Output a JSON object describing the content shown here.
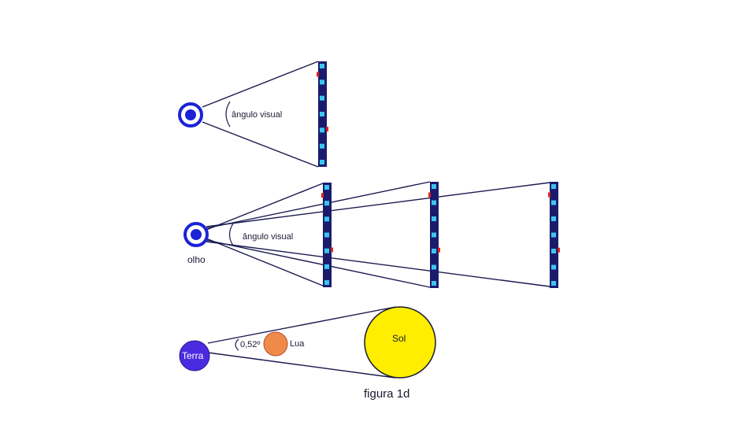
{
  "labels": {
    "visual_angle_top": "ângulo visual",
    "visual_angle_middle": "ângulo visual",
    "eye": "olho",
    "earth": "Terra",
    "angle_value": "0,52º",
    "moon": "Lua",
    "sun": "Sol",
    "caption": "figura 1d"
  },
  "colors": {
    "line": "#1a1a50",
    "eye": "#1a23d6",
    "panel": "#1b1b6b",
    "panel_square": "#39c6f0",
    "panel_mark": "#e0201a",
    "earth": "#4a2be0",
    "moon": "#f08a4a",
    "sun": "#ffee00",
    "sun_stroke": "#1a1a33"
  },
  "icons": {
    "eye": "concentric-circle-eye",
    "panel": "vertical-dotted-panel"
  }
}
